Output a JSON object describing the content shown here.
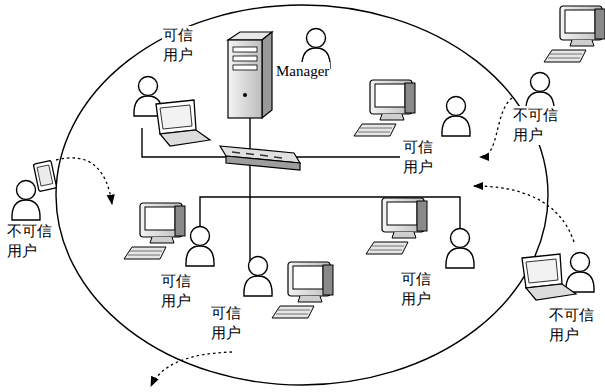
{
  "diagram": {
    "labels": [
      "可信用户",
      "Manager",
      "不可信用户",
      "可信用户",
      "不可信用户",
      "可信用户",
      "可信用户",
      "不可信用户",
      "可信用户"
    ]
  }
}
